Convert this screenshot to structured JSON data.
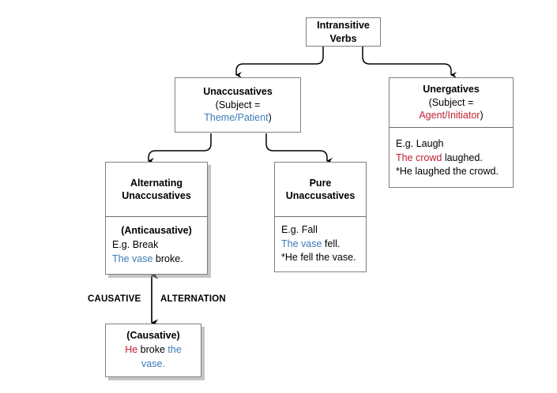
{
  "diagram": {
    "title_node": {
      "label": "Intransitive Verbs",
      "line1": "Intransitive",
      "line2": "Verbs"
    },
    "unaccusatives": {
      "header": "Unaccusatives",
      "subject_prefix": "(Subject = ",
      "subject_role": "Theme/Patient",
      "subject_suffix": ")"
    },
    "unergatives": {
      "header": "Unergatives",
      "subject_prefix": "(Subject = ",
      "subject_role": "Agent/Initiator",
      "subject_suffix": ")",
      "example_eg": "E.g. Laugh",
      "example_good_subject": "The crowd",
      "example_good_rest": " laughed.",
      "example_bad": "*He laughed the crowd."
    },
    "alternating_unaccusatives": {
      "header_line1": "Alternating",
      "header_line2": "Unaccusatives",
      "tag": "(Anticausative)",
      "example_eg": "E.g. Break",
      "example_subject": "The vase",
      "example_rest": " broke."
    },
    "pure_unaccusatives": {
      "header_line1": "Pure",
      "header_line2": "Unaccusatives",
      "example_eg": "E.g. Fall",
      "example_good_subject": "The vase",
      "example_good_rest": " fell.",
      "example_bad": "*He fell the vase."
    },
    "causative": {
      "tag": "(Causative)",
      "subject": "He",
      "verb": " broke ",
      "object": "the vase",
      "period": "."
    },
    "alternation_edge": {
      "label_left": "CAUSATIVE",
      "label_right": "ALTERNATION"
    },
    "colors": {
      "theme_blue": "#3d7ab8",
      "agent_red": "#bf2233",
      "box_border": "#808080",
      "background": "#ffffff"
    }
  }
}
